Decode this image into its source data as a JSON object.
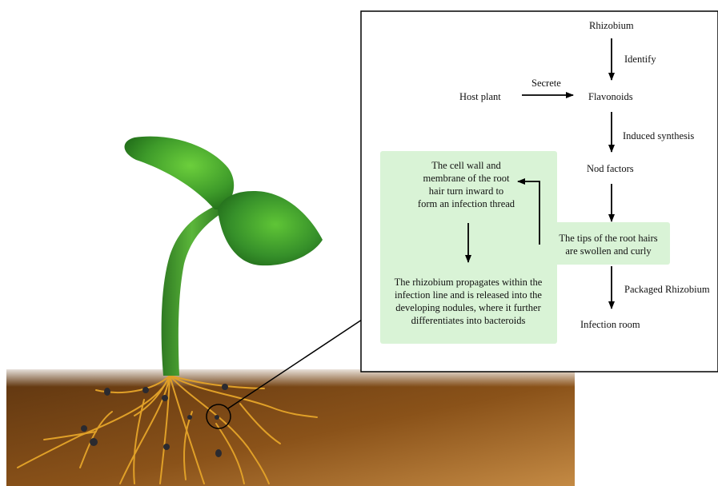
{
  "flow": {
    "rhizobium": "Rhizobium",
    "identify": "Identify",
    "secrete": "Secrete",
    "host_plant": "Host plant",
    "flavonoids": "Flavonoids",
    "induced_synthesis": "Induced synthesis",
    "nod_factors": "Nod factors",
    "tips_line1": "The tips of the root hairs",
    "tips_line2": "are swollen and curly",
    "packaged_rhizobium": "Packaged Rhizobium",
    "infection_room": "Infection room",
    "cell_wall_lines": [
      "The cell wall and",
      "membrane of the root",
      "hair turn inward to",
      "form an infection thread"
    ],
    "propagates_lines": [
      "The rhizobium propagates within the",
      "infection line and is released into the",
      "developing nodules, where it further",
      "differentiates into bacteroids"
    ]
  },
  "colors": {
    "box_fill": "#d9f3d6",
    "soil_dark": "#6e3f12",
    "soil_light": "#b7772f",
    "root": "#e0a028",
    "leaf": "#3e9b2a",
    "stem": "#3f8f2a",
    "nodule": "#2a2a30"
  }
}
